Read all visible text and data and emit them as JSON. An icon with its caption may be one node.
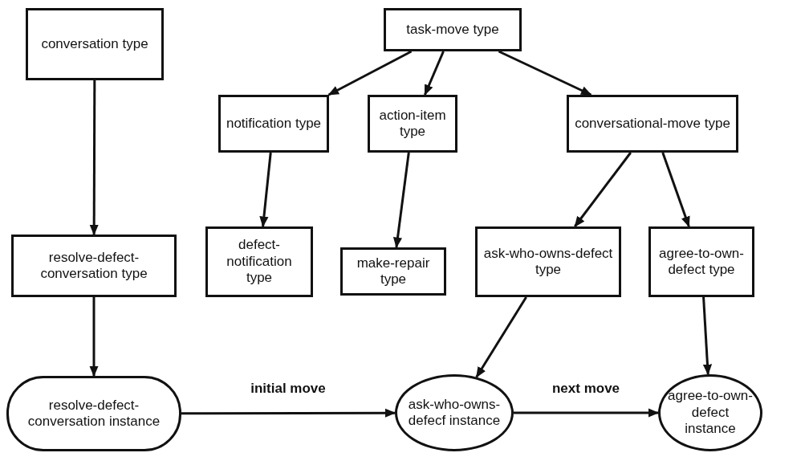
{
  "diagram": {
    "nodes": [
      {
        "text": [
          "conversation type"
        ]
      },
      {
        "text": [
          "task-move type"
        ]
      },
      {
        "text": [
          "notification type"
        ]
      },
      {
        "text": [
          "action-item type"
        ]
      },
      {
        "text": [
          "conversational-move type"
        ]
      },
      {
        "text": [
          "resolve-defect-conversation type"
        ]
      },
      {
        "text": [
          "defect-notification type"
        ]
      },
      {
        "text": [
          "make-repair type"
        ]
      },
      {
        "text": [
          "ask-who-owns-defect type"
        ]
      },
      {
        "text": [
          "agree-to-own-defect type"
        ]
      },
      {
        "text": [
          "resolve-defect-conversation instance"
        ]
      },
      {
        "text": [
          "ask-who-owns-defecf instance"
        ]
      },
      {
        "text": [
          "agree-to-own-defect instance"
        ]
      }
    ],
    "edges": [
      {
        "from": 0,
        "to": 5,
        "arrow": "to"
      },
      {
        "from": 1,
        "to": 2,
        "arrow": "to"
      },
      {
        "from": 1,
        "to": 3,
        "arrow": "to"
      },
      {
        "from": 1,
        "to": 4,
        "arrow": "to"
      },
      {
        "from": 2,
        "to": 6,
        "arrow": "to"
      },
      {
        "from": 3,
        "to": 7,
        "arrow": "to"
      },
      {
        "from": 4,
        "to": 8,
        "arrow": "to"
      },
      {
        "from": 4,
        "to": 9,
        "arrow": "to"
      },
      {
        "from": 5,
        "to": 10,
        "arrow": "to"
      },
      {
        "from": 8,
        "to": 11,
        "arrow": "to"
      },
      {
        "from": 9,
        "to": 12,
        "arrow": "to"
      },
      {
        "from": 10,
        "to": 11,
        "arrow": "to",
        "label": "initial move"
      },
      {
        "from": 11,
        "to": 12,
        "arrow": "to",
        "label": "next move"
      }
    ]
  }
}
